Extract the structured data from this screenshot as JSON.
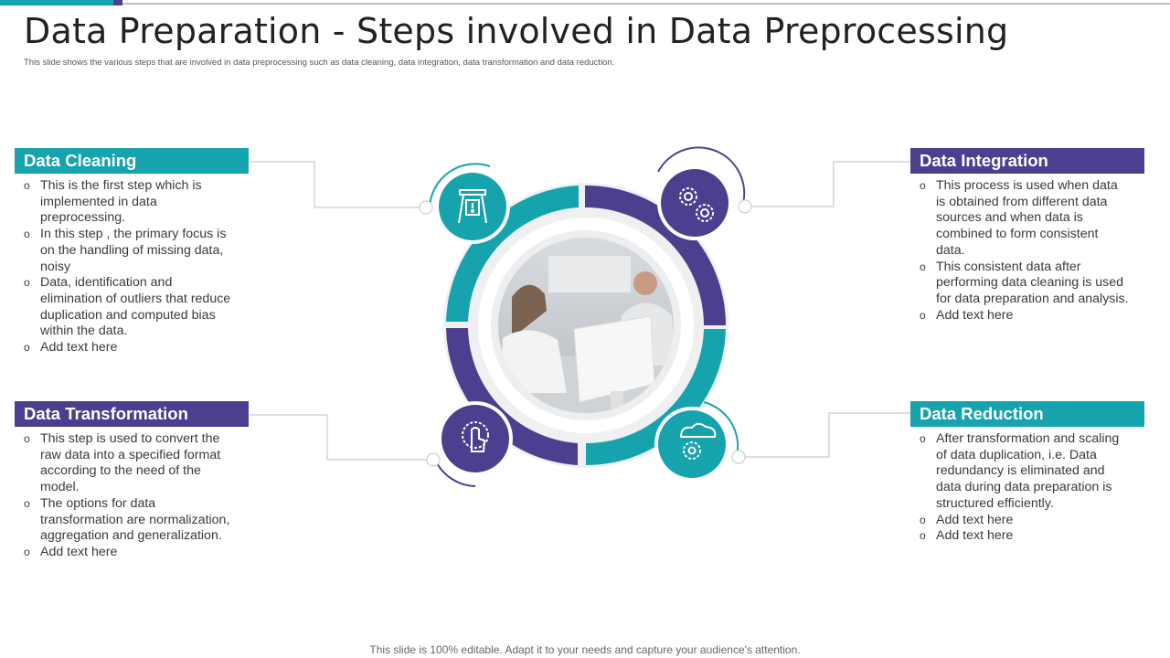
{
  "title": "Data Preparation - Steps involved in Data Preprocessing",
  "subtitle": "This slide shows the various steps that are involved in data preprocessing such as data cleaning, data integration, data transformation and data reduction.",
  "footer": "This slide is 100% editable. Adapt it to your needs and capture your audience's attention.",
  "colors": {
    "teal": "#17a3ad",
    "purple": "#4d3e8f",
    "ring_bg": "#eef0f2"
  },
  "steps": {
    "cleaning": {
      "heading": "Data Cleaning",
      "icon": "stool-icon",
      "bullets": [
        "This is the first step which is implemented in data preprocessing.",
        "In this step , the primary focus is on the handling of missing data, noisy",
        "Data, identification and elimination of outliers that reduce duplication and computed bias within the data.",
        "Add text here"
      ]
    },
    "integration": {
      "heading": "Data Integration",
      "icon": "gears-icon",
      "bullets": [
        "This process is used when data is obtained from different data sources and when data is combined to form consistent data.",
        "This consistent data after performing data cleaning is used for data preparation and analysis.",
        "Add text here"
      ]
    },
    "transformation": {
      "heading": "Data Transformation",
      "icon": "touch-hand-icon",
      "bullets": [
        "This step is used to convert the raw data into a specified format according to the need of the model.",
        "The options for data transformation are normalization, aggregation and generalization.",
        "Add text here"
      ]
    },
    "reduction": {
      "heading": "Data Reduction",
      "icon": "cloud-gear-icon",
      "bullets": [
        "After transformation and scaling of data duplication, i.e. Data redundancy is eliminated and data during data preparation is structured efficiently.",
        "Add text here",
        "Add text here"
      ]
    }
  }
}
